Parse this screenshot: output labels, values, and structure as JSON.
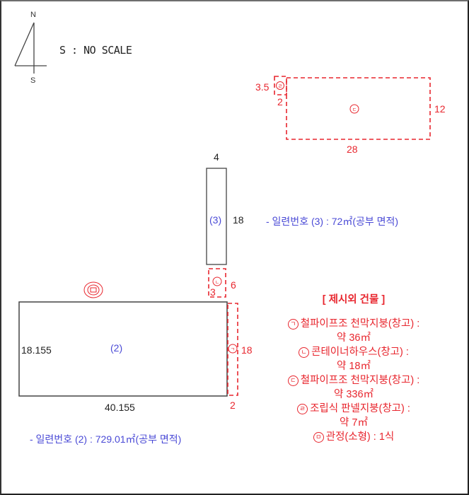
{
  "north_arrow": {
    "north_label": "N",
    "south_label": "S"
  },
  "scale": {
    "text": "S : NO SCALE"
  },
  "colors": {
    "outline": "#333333",
    "annex": "#e8262e",
    "lot_label": "#4a4ad6",
    "dimension": "#222222"
  },
  "buildings": {
    "main_2": {
      "label": "(2)",
      "width_dim": "40.155",
      "height_dim": "18.155"
    },
    "main_3": {
      "label": "(3)",
      "width_dim": "4",
      "height_dim": "18"
    }
  },
  "annexes": {
    "a": {
      "marker": "ㄱ",
      "width_dim": "2",
      "height_dim": "18"
    },
    "b": {
      "marker": "ㄴ",
      "width_dim": "3",
      "height_dim": "6"
    },
    "c": {
      "marker": "ㄷ",
      "width_dim": "28",
      "height_dim": "12"
    },
    "d": {
      "marker": "ㄹ",
      "width_dim": "2",
      "height_dim": "3.5"
    },
    "e": {
      "marker": "ㅁ"
    }
  },
  "notes": {
    "lot3": "- 일련번호 (3) : 72㎡(공부 면적)",
    "lot2": "- 일련번호 (2) : 729.01㎡(공부 면적)"
  },
  "legend": {
    "title": "[ 제시외 건물 ]",
    "items": [
      {
        "marker": "ㄱ",
        "desc": "철파이프조 천막지붕(창고) :",
        "area": "약 36㎡"
      },
      {
        "marker": "ㄴ",
        "desc": "콘테이너하우스(창고) :",
        "area": "약 18㎡"
      },
      {
        "marker": "ㄷ",
        "desc": "철파이프조 천막지붕(창고) :",
        "area": "약 336㎡"
      },
      {
        "marker": "ㄹ",
        "desc": "조립식 판넬지붕(창고) :",
        "area": "약 7㎡"
      },
      {
        "marker": "ㅁ",
        "desc": "관정(소형) : 1식"
      }
    ]
  }
}
